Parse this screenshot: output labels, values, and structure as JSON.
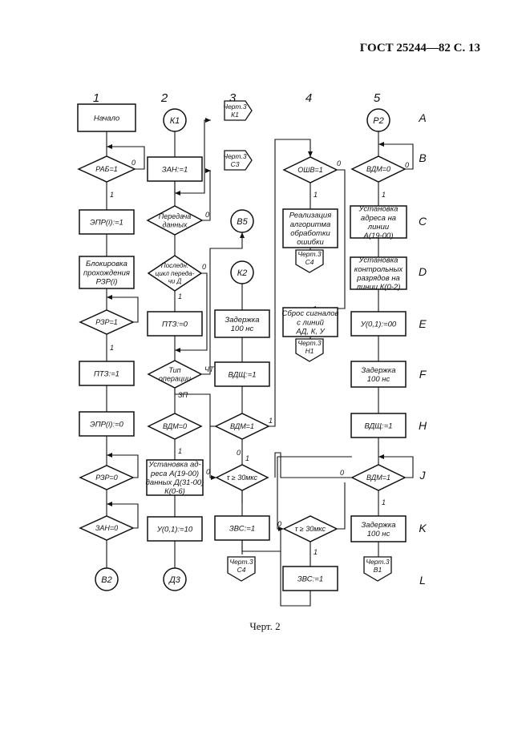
{
  "header": "ГОСТ 25244—82 С. 13",
  "caption": "Черт. 2",
  "columns": [
    "1",
    "2",
    "3",
    "4",
    "5"
  ],
  "rows": [
    "A",
    "B",
    "C",
    "D",
    "E",
    "F",
    "H",
    "J",
    "K",
    "L"
  ],
  "nodes": [
    {
      "id": "c1-start",
      "shape": "rect",
      "lines": [
        "Начало"
      ]
    },
    {
      "id": "c1-rab",
      "shape": "diamond",
      "lines": [
        "РАБ=1"
      ]
    },
    {
      "id": "c1-epr1",
      "shape": "rect",
      "lines": [
        "ЭПР(i):=1"
      ]
    },
    {
      "id": "c1-block",
      "shape": "rect",
      "lines": [
        "Блокировка",
        "прохождения",
        "РЗР(i)"
      ]
    },
    {
      "id": "c1-rzr1",
      "shape": "diamond",
      "lines": [
        "РЗР=1"
      ]
    },
    {
      "id": "c1-ptz1",
      "shape": "rect",
      "lines": [
        "ПТЗ:=1"
      ]
    },
    {
      "id": "c1-epr0",
      "shape": "rect",
      "lines": [
        "ЭПР(i):=0"
      ]
    },
    {
      "id": "c1-rzr0",
      "shape": "diamond",
      "lines": [
        "РЗР=0"
      ]
    },
    {
      "id": "c1-zan0",
      "shape": "diamond",
      "lines": [
        "ЗАН=0"
      ]
    },
    {
      "id": "c1-b2",
      "shape": "circle",
      "lines": [
        "В2"
      ]
    },
    {
      "id": "c2-k1",
      "shape": "circle",
      "lines": [
        "К1"
      ]
    },
    {
      "id": "c2-zan1",
      "shape": "rect",
      "lines": [
        "ЗАН:=1"
      ]
    },
    {
      "id": "c2-transfer",
      "shape": "diamond",
      "lines": [
        "Передача",
        "данных"
      ]
    },
    {
      "id": "c2-last",
      "shape": "diamond",
      "lines": [
        "Последн.",
        "цикл переда-",
        "чи Д"
      ]
    },
    {
      "id": "c2-ptz0",
      "shape": "rect",
      "lines": [
        "ПТЗ:=0"
      ]
    },
    {
      "id": "c2-optype",
      "shape": "diamond",
      "lines": [
        "Тип",
        "операции"
      ]
    },
    {
      "id": "c2-vdm0",
      "shape": "diamond",
      "lines": [
        "ВДМ=0"
      ]
    },
    {
      "id": "c2-setaddr",
      "shape": "rect",
      "lines": [
        "Установка ад-",
        "реса А(19-00)",
        "данных Д(31-00)",
        "К(0-6)"
      ]
    },
    {
      "id": "c2-u10",
      "shape": "rect",
      "lines": [
        "У(0,1):=10"
      ]
    },
    {
      "id": "c2-d3",
      "shape": "circle",
      "lines": [
        "Д3"
      ]
    },
    {
      "id": "c3-ref-k1",
      "shape": "offpage",
      "lines": [
        "Черт.3",
        "К1"
      ]
    },
    {
      "id": "c3-ref-c3",
      "shape": "offpage",
      "lines": [
        "Черт.3",
        "С3"
      ]
    },
    {
      "id": "c3-b5",
      "shape": "circle",
      "lines": [
        "В5"
      ]
    },
    {
      "id": "c3-k2",
      "shape": "circle",
      "lines": [
        "К2"
      ]
    },
    {
      "id": "c3-delay",
      "shape": "rect",
      "lines": [
        "Задержка",
        "100 нс"
      ]
    },
    {
      "id": "c3-vdsh1",
      "shape": "rect",
      "lines": [
        "ВДЩ:=1"
      ]
    },
    {
      "id": "c3-vdm1",
      "shape": "diamond",
      "lines": [
        "ВДМ=1"
      ]
    },
    {
      "id": "c3-tau",
      "shape": "diamond",
      "lines": [
        "τ ≥ 30мкс"
      ]
    },
    {
      "id": "c3-zvs1",
      "shape": "rect",
      "lines": [
        "ЗВС:=1"
      ]
    },
    {
      "id": "c3-ref-c4",
      "shape": "offpage",
      "lines": [
        "Черт.3",
        "С4"
      ]
    },
    {
      "id": "c4-osh1",
      "shape": "diamond",
      "lines": [
        "ОШВ=1"
      ]
    },
    {
      "id": "c4-impl",
      "shape": "rect",
      "lines": [
        "Реализация",
        "алгоритма",
        "обработки",
        "ошибки"
      ]
    },
    {
      "id": "c4-ref-c4",
      "shape": "offpage",
      "lines": [
        "Черт.3",
        "С4"
      ]
    },
    {
      "id": "c4-reset",
      "shape": "rect",
      "lines": [
        "Сброс сигналов",
        "с линий",
        "АД, К, У"
      ]
    },
    {
      "id": "c4-ref-h1",
      "shape": "offpage",
      "lines": [
        "Черт.3",
        "Н1"
      ]
    },
    {
      "id": "c4-tau",
      "shape": "diamond",
      "lines": [
        "τ ≥ 30мкс"
      ]
    },
    {
      "id": "c4-zvs1",
      "shape": "rect",
      "lines": [
        "ЗВС:=1"
      ]
    },
    {
      "id": "c5-p2",
      "shape": "circle",
      "lines": [
        "Р2"
      ]
    },
    {
      "id": "c5-vdm0",
      "shape": "diamond",
      "lines": [
        "ВДМ=0"
      ]
    },
    {
      "id": "c5-setaddr",
      "shape": "rect",
      "lines": [
        "Установка",
        "адреса на",
        "линии",
        "А(19-00)"
      ]
    },
    {
      "id": "c5-setctrl",
      "shape": "rect",
      "lines": [
        "Установка",
        "контрольных",
        "разрядов на",
        "линии К(0-2)"
      ]
    },
    {
      "id": "c5-u00",
      "shape": "rect",
      "lines": [
        "У(0,1):=00"
      ]
    },
    {
      "id": "c5-delay",
      "shape": "rect",
      "lines": [
        "Задержка",
        "100 нс"
      ]
    },
    {
      "id": "c5-vdsh1",
      "shape": "rect",
      "lines": [
        "ВДЩ:=1"
      ]
    },
    {
      "id": "c5-vdm1",
      "shape": "diamond",
      "lines": [
        "ВДМ=1"
      ]
    },
    {
      "id": "c5-delay2",
      "shape": "rect",
      "lines": [
        "Задержка",
        "100 нс"
      ]
    },
    {
      "id": "c5-ref-b1",
      "shape": "offpage",
      "lines": [
        "Черт.3",
        "В1"
      ]
    }
  ],
  "branch_labels": [
    {
      "id": "c1-rab-0",
      "text": "0"
    },
    {
      "id": "c1-rab-1",
      "text": "1"
    },
    {
      "id": "c1-rzr1-1",
      "text": "1"
    },
    {
      "id": "c2-transfer-0",
      "text": "0"
    },
    {
      "id": "c2-last-0",
      "text": "0"
    },
    {
      "id": "c2-last-1",
      "text": "1"
    },
    {
      "id": "c2-optype-cht",
      "text": "ЧТ"
    },
    {
      "id": "c2-optype-zp",
      "text": "ЗП"
    },
    {
      "id": "c2-vdm0-1",
      "text": "1"
    },
    {
      "id": "c3-vdm1-1",
      "text": "1"
    },
    {
      "id": "c3-vdm1-0",
      "text": "0"
    },
    {
      "id": "c3-tau-0",
      "text": "0"
    },
    {
      "id": "c3-tau-1",
      "text": "1"
    },
    {
      "id": "c4-osh1-0",
      "text": "0"
    },
    {
      "id": "c4-osh1-1",
      "text": "1"
    },
    {
      "id": "c4-tau-0",
      "text": "0"
    },
    {
      "id": "c4-tau-1",
      "text": "1"
    },
    {
      "id": "c5-vdm0-0",
      "text": "0"
    },
    {
      "id": "c5-vdm0-1",
      "text": "1"
    },
    {
      "id": "c5-vdm1-0",
      "text": "0"
    },
    {
      "id": "c5-vdm1-1",
      "text": "1"
    }
  ]
}
